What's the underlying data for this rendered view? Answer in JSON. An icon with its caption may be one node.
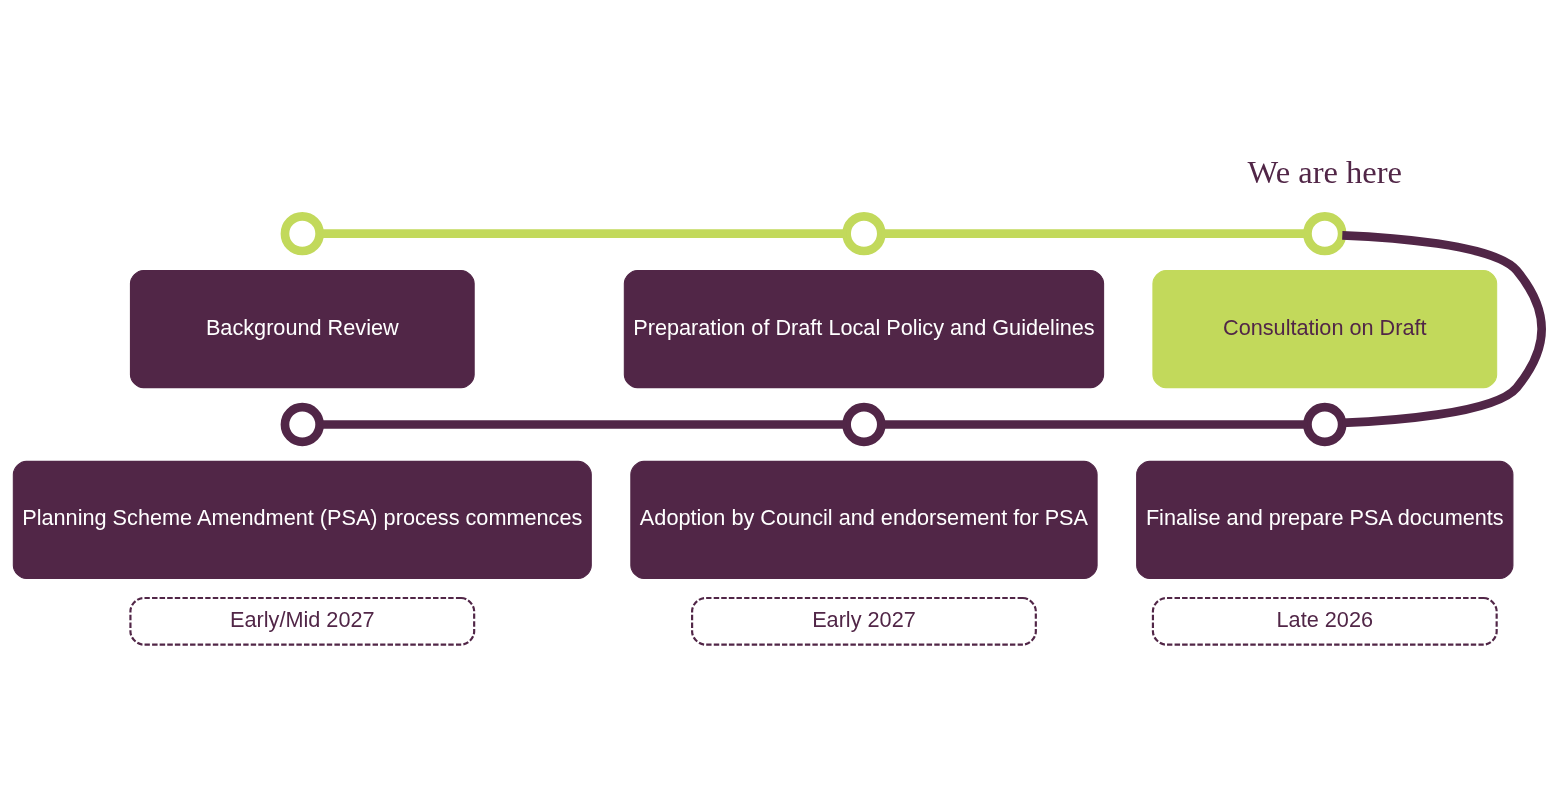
{
  "diagram": {
    "nodes": [
      {
        "text": [],
        "shape": "circle"
      },
      {
        "text": [],
        "shape": "circle"
      },
      {
        "text": [],
        "shape": "circle"
      },
      {
        "text": [
          "Background Review"
        ]
      },
      {
        "text": [
          "Preparation of Draft Local Policy and Guidelines"
        ]
      },
      {
        "text": [
          "Consultation on Draft"
        ]
      },
      {
        "text": [],
        "shape": "circle"
      },
      {
        "text": [],
        "shape": "circle"
      },
      {
        "text": [],
        "shape": "circle"
      },
      {
        "text": [
          "Planning Scheme Amendment (PSA) process commences"
        ]
      },
      {
        "text": [
          "Adoption by Council and endorsement for PSA"
        ]
      },
      {
        "text": [
          "Finalise and prepare PSA documents"
        ]
      },
      {
        "text": [
          "Early/Mid 2027"
        ]
      },
      {
        "text": [
          "Early 2027"
        ]
      },
      {
        "text": [
          "Late 2026"
        ]
      }
    ],
    "edges": [
      {
        "from": 0,
        "to": 1,
        "arrow": "none",
        "color": "#c2d95b"
      },
      {
        "from": 1,
        "to": 2,
        "arrow": "none",
        "color": "#c2d95b"
      },
      {
        "from": 2,
        "to": 8,
        "arrow": "none"
      },
      {
        "from": 8,
        "to": 7,
        "arrow": "none"
      },
      {
        "from": 7,
        "to": 6,
        "arrow": "none"
      }
    ],
    "labels": [
      "We are here"
    ]
  }
}
